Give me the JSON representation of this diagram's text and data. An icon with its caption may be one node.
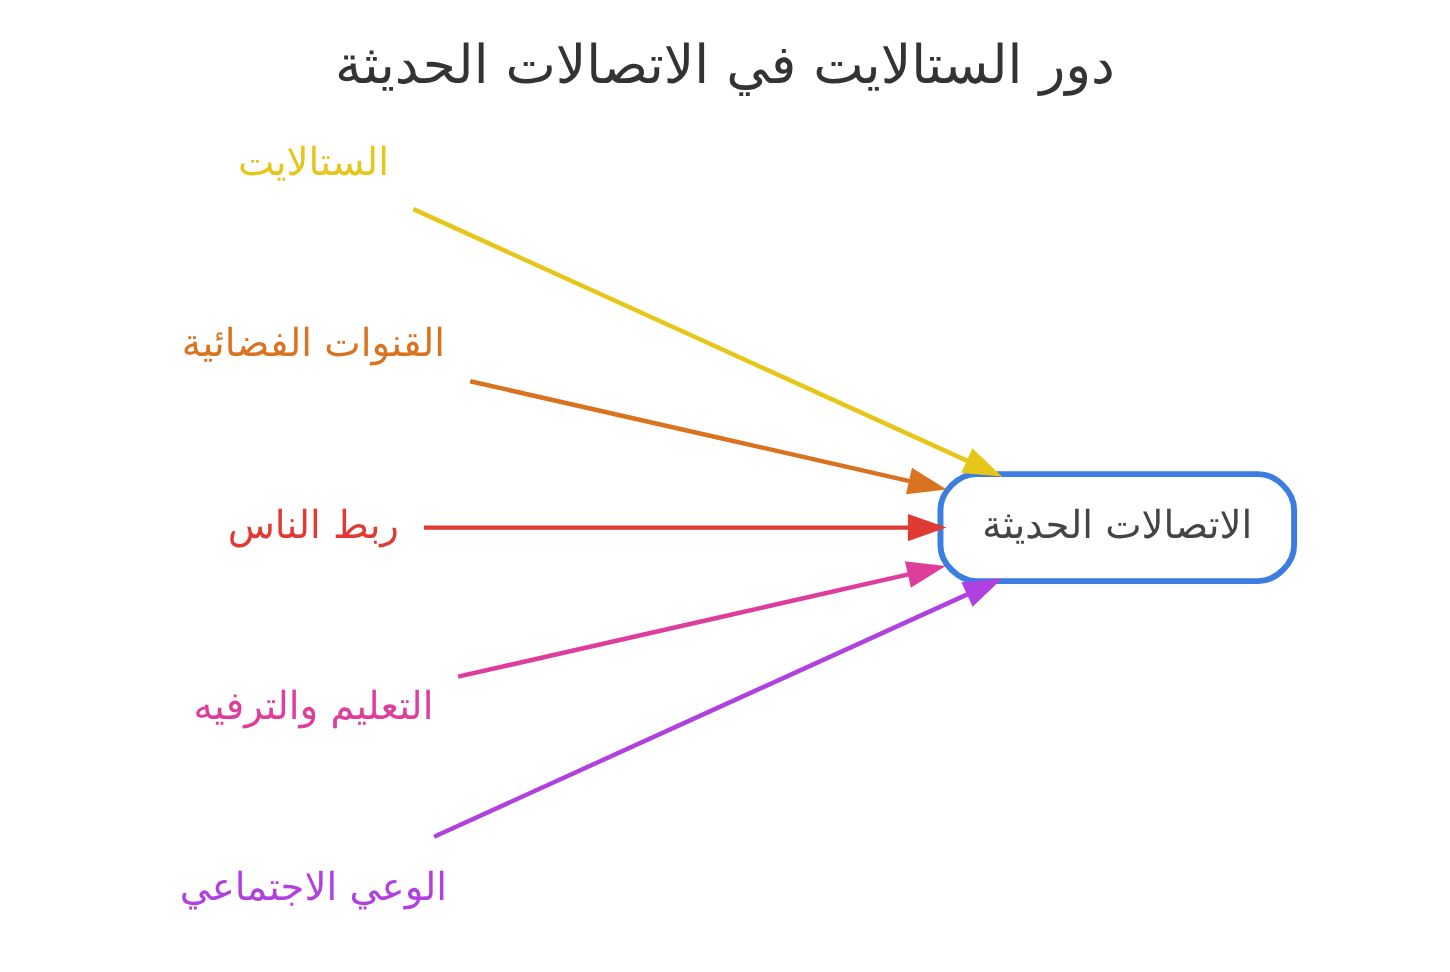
{
  "diagram": {
    "title": "دور الستالايت في الاتصالات الحديثة",
    "nodes": [
      {
        "text": [
          "الستالايت"
        ]
      },
      {
        "text": [
          "القنوات الفضائية"
        ]
      },
      {
        "text": [
          "ربط الناس"
        ]
      },
      {
        "text": [
          "التعليم والترفيه"
        ]
      },
      {
        "text": [
          "الوعي الاجتماعي"
        ]
      },
      {
        "text": [
          "الاتصالات الحديثة"
        ]
      }
    ],
    "edges": [
      {
        "from": 0,
        "to": 5,
        "arrow": "to",
        "color": "#e6c619"
      },
      {
        "from": 1,
        "to": 5,
        "arrow": "to",
        "color": "#d9731f"
      },
      {
        "from": 2,
        "to": 5,
        "arrow": "to",
        "color": "#e03a34"
      },
      {
        "from": 3,
        "to": 5,
        "arrow": "to",
        "color": "#dd3e9b"
      },
      {
        "from": 4,
        "to": 5,
        "arrow": "to",
        "color": "#b040e0"
      }
    ]
  }
}
